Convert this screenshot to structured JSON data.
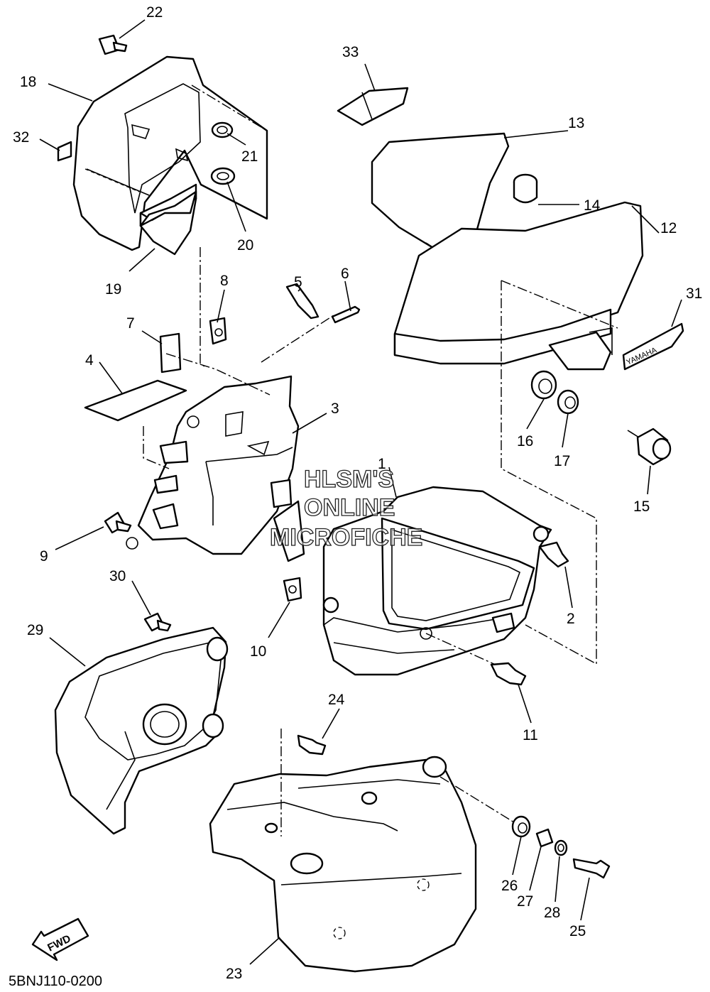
{
  "watermark": {
    "line1": "HLSM'S",
    "line2": "ONLINE",
    "line3": "MICROFICHE"
  },
  "diagram_code": "5BNJ110-0200",
  "fwd_label": "FWD",
  "emblem_text": "YAMAHA",
  "callouts": {
    "c1": "1",
    "c2": "2",
    "c3": "3",
    "c4": "4",
    "c5": "5",
    "c6": "6",
    "c7": "7",
    "c8": "8",
    "c9": "9",
    "c10": "10",
    "c11": "11",
    "c12": "12",
    "c13": "13",
    "c14": "14",
    "c15": "15",
    "c16": "16",
    "c17": "17",
    "c18": "18",
    "c19": "19",
    "c20": "20",
    "c21": "21",
    "c22": "22",
    "c23": "23",
    "c24": "24",
    "c25": "25",
    "c26": "26",
    "c27": "27",
    "c28": "28",
    "c29": "29",
    "c30": "30",
    "c31": "31",
    "c32": "32",
    "c33": "33"
  }
}
